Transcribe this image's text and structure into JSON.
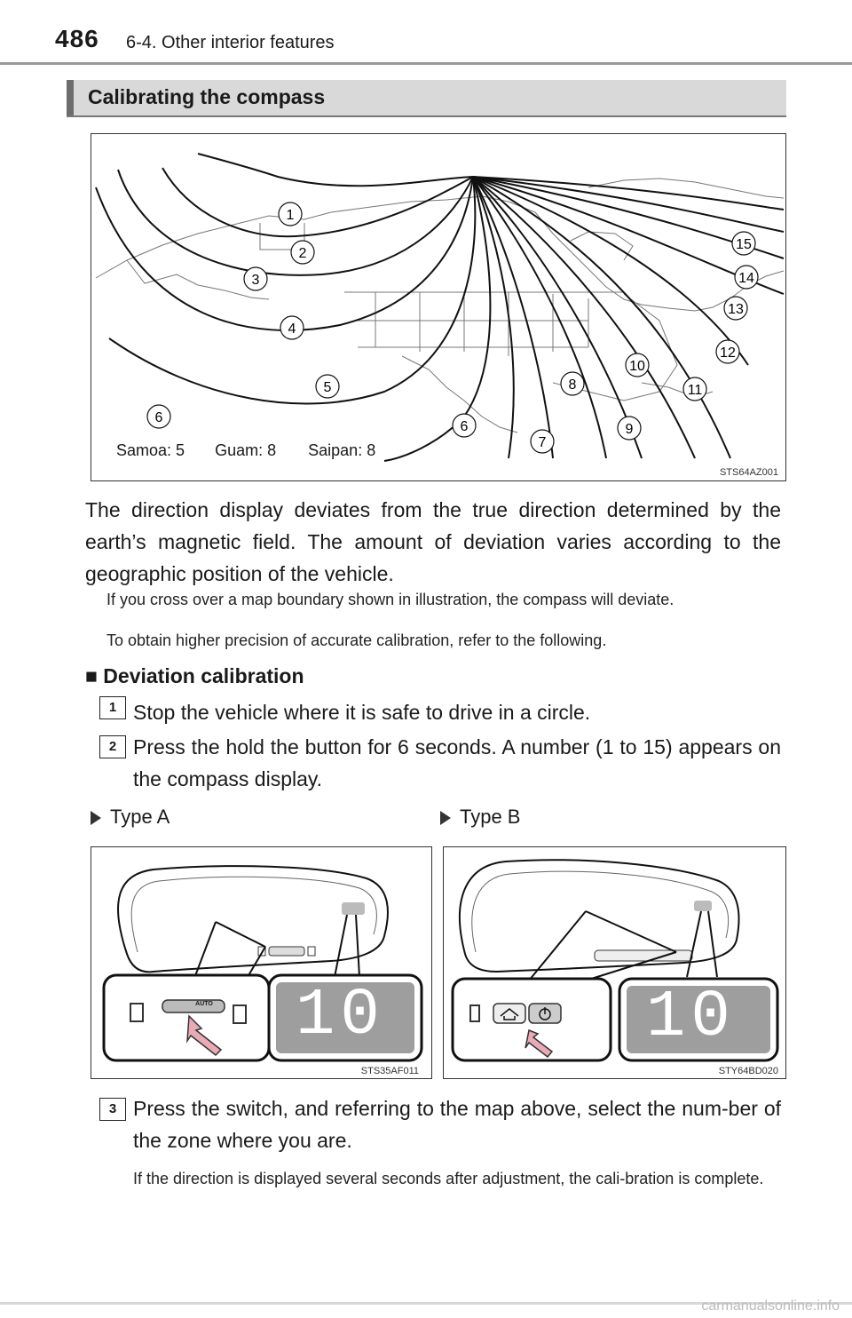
{
  "header": {
    "page_number": "486",
    "chapter": "6-4. Other interior features"
  },
  "section": {
    "title": "Calibrating the compass"
  },
  "map_figure": {
    "zone_labels": [
      "1",
      "2",
      "3",
      "4",
      "5",
      "6",
      "6",
      "7",
      "8",
      "9",
      "10",
      "11",
      "12",
      "13",
      "14",
      "15"
    ],
    "island_caption": {
      "samoa": "Samoa: 5",
      "guam": "Guam: 8",
      "saipan": "Saipan: 8"
    },
    "code": "STS64AZ001"
  },
  "intro": {
    "main": "The direction display deviates from the true direction determined by the earth’s magnetic field. The amount of deviation varies according to the geographic position of the vehicle.",
    "note_1": "If you cross over a map boundary shown in illustration, the compass will deviate.",
    "note_2": "To obtain higher precision of accurate calibration, refer to the following."
  },
  "subsection": {
    "marker": "■",
    "title": "Deviation calibration"
  },
  "steps": [
    {
      "num": "1",
      "text": "Stop the vehicle where it is safe to drive in a circle."
    },
    {
      "num": "2",
      "text": "Press the hold the button for 6 seconds. A number (1 to 15) appears on the compass display."
    },
    {
      "num": "3",
      "text": "Press the switch, and referring to the map above, select the num-ber of the zone where you are.",
      "note": "If the direction is displayed several seconds after adjustment, the cali-bration is complete."
    }
  ],
  "types": {
    "a": {
      "label": "Type A",
      "button_text": "AUTO",
      "display": "10",
      "code": "STS35AF011"
    },
    "b": {
      "label": "Type B",
      "display": "10",
      "code": "STY64BD020"
    }
  },
  "footer": {
    "site": "carmanualsonline.info"
  }
}
